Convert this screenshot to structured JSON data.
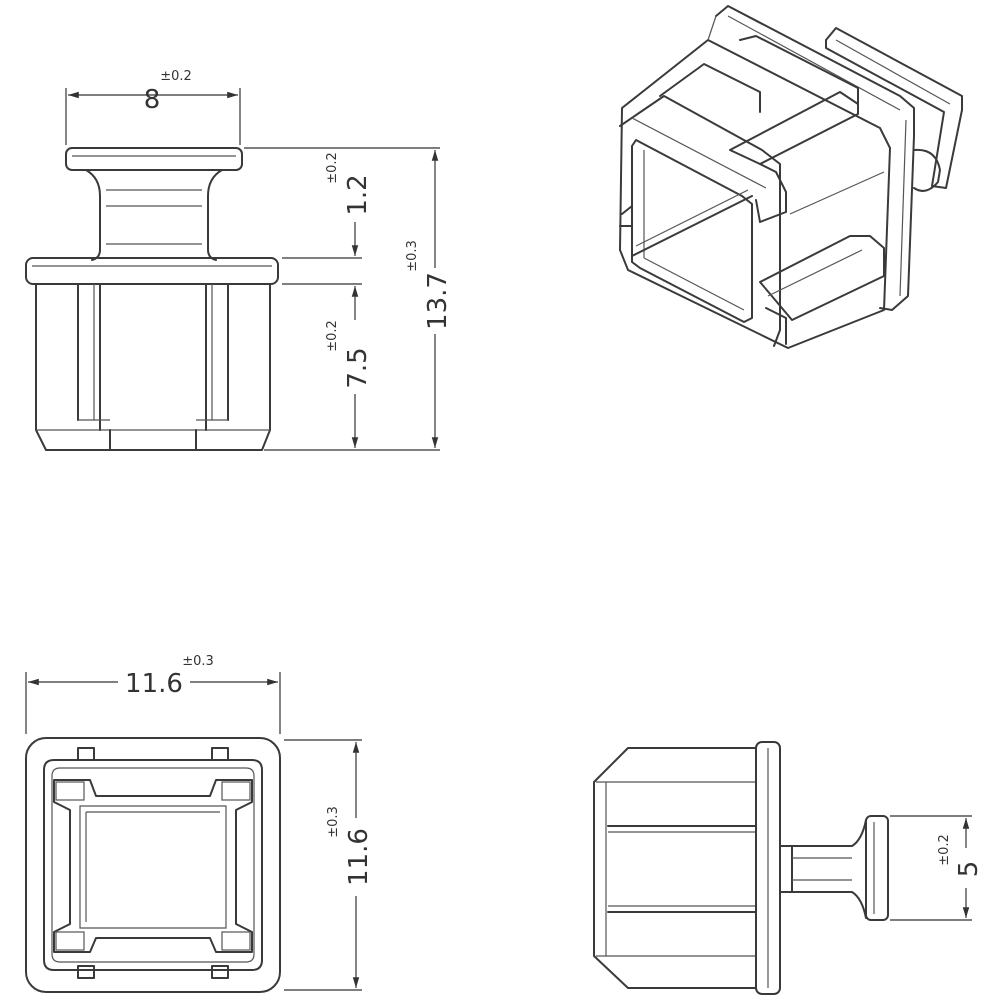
{
  "dimensions": {
    "top_width": {
      "value": "8",
      "tolerance": "±0.2"
    },
    "neck_height": {
      "value": "1.2",
      "tolerance": "±0.2"
    },
    "total_height": {
      "value": "13.7",
      "tolerance": "±0.3"
    },
    "body_height": {
      "value": "7.5",
      "tolerance": "±0.2"
    },
    "base_width": {
      "value": "11.6",
      "tolerance": "±0.3"
    },
    "base_height": {
      "value": "11.6",
      "tolerance": "±0.3"
    },
    "tab_height": {
      "value": "5",
      "tolerance": "±0.2"
    }
  },
  "colors": {
    "line": "#3a3a3a",
    "background": "#ffffff"
  }
}
